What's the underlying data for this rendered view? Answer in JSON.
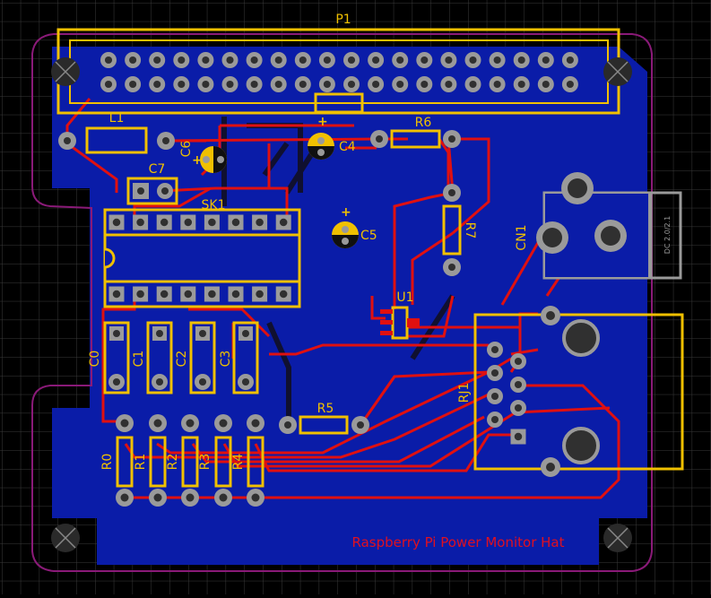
{
  "colors": {
    "background": "#000000",
    "grid": "#3a3a3a",
    "board": "#0a1ca8",
    "outline": "#8a1a78",
    "silk": "#f0c000",
    "trace": "#e01010",
    "pad": "#9a9a9a",
    "pad_hole": "#303030",
    "hole": "#2a2a2a",
    "dc_outline": "#9a9a9a",
    "board_title": "#e01020",
    "copper_dark": "#101030"
  },
  "labels": {
    "p1": "P1",
    "l1": "L1",
    "c6": "C6",
    "c4": "C4",
    "r6": "R6",
    "c7": "C7",
    "sk1": "SK1",
    "c5": "C5",
    "r7": "R7",
    "cn1": "CN1",
    "dc": "DC 2.0/2.1",
    "u1": "U1",
    "rj1": "RJ1",
    "c0": "C0",
    "c1": "C1",
    "c2": "C2",
    "c3": "C3",
    "r5": "R5",
    "r0": "R0",
    "r1": "R1",
    "r2": "R2",
    "r3": "R3",
    "r4": "R4",
    "board_title": "Raspberry Pi Power Monitor Hat",
    "plus": "+"
  },
  "icons": {
    "mounting_hole": "mounting-hole-icon",
    "polarity": "plus-icon"
  }
}
